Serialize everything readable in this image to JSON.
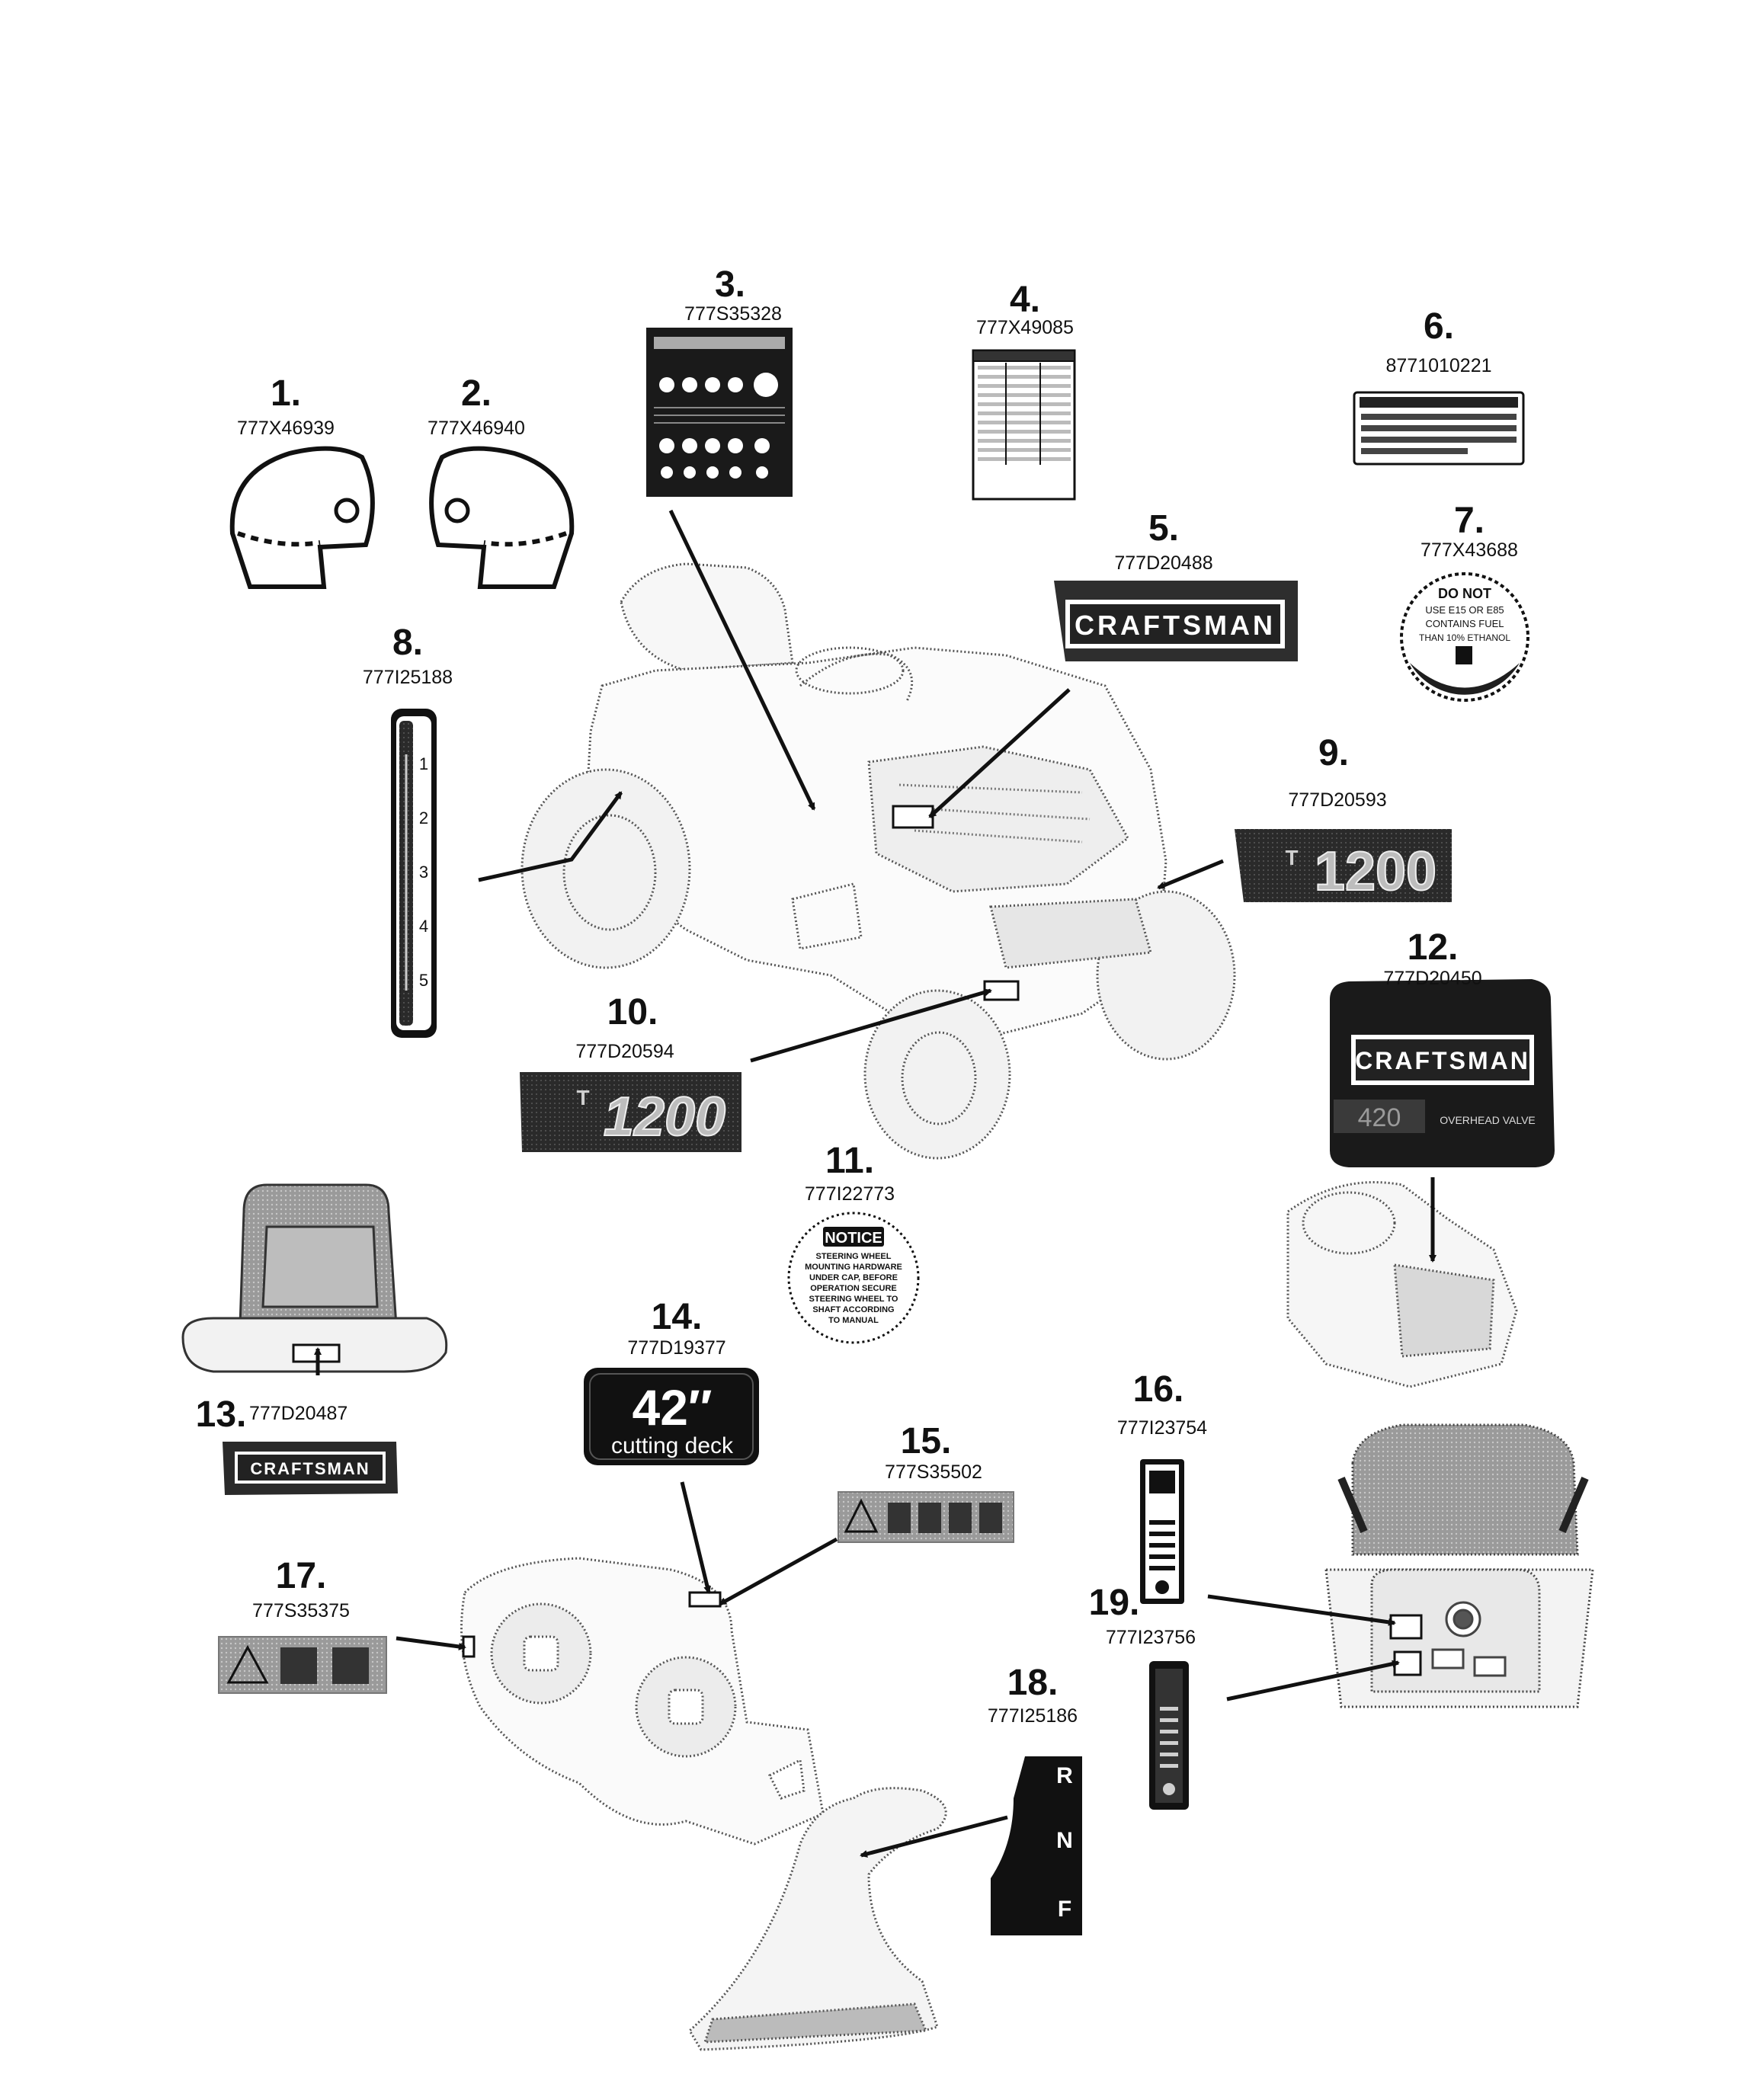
{
  "parts": [
    {
      "number": "1.",
      "part_no": "777X46939"
    },
    {
      "number": "2.",
      "part_no": "777X46940"
    },
    {
      "number": "3.",
      "part_no": "777S35328"
    },
    {
      "number": "4.",
      "part_no": "777X49085"
    },
    {
      "number": "5.",
      "part_no": "777D20488"
    },
    {
      "number": "6.",
      "part_no": "8771010221"
    },
    {
      "number": "7.",
      "part_no": "777X43688"
    },
    {
      "number": "8.",
      "part_no": "777I25188"
    },
    {
      "number": "9.",
      "part_no": "777D20593"
    },
    {
      "number": "10.",
      "part_no": "777D20594"
    },
    {
      "number": "11.",
      "part_no": "777I22773"
    },
    {
      "number": "12.",
      "part_no": "777D20450"
    },
    {
      "number": "13.",
      "part_no": "777D20487"
    },
    {
      "number": "14.",
      "part_no": "777D19377"
    },
    {
      "number": "15.",
      "part_no": "777S35502"
    },
    {
      "number": "16.",
      "part_no": "777I23754"
    },
    {
      "number": "17.",
      "part_no": "777S35375"
    },
    {
      "number": "18.",
      "part_no": "777I25186"
    },
    {
      "number": "19.",
      "part_no": "777I23756"
    }
  ],
  "decal_text": {
    "brand": "CRAFTSMAN",
    "model": "1200",
    "model_prefix": "T",
    "engine_size": "420",
    "engine_type": "OVERHEAD VALVE",
    "deck_size": "42″",
    "deck_caption": "cutting deck",
    "notice_title": "NOTICE",
    "notice_lines": [
      "STEERING WHEEL",
      "MOUNTING HARDWARE",
      "UNDER CAP, BEFORE",
      "OPERATION SECURE",
      "STEERING WHEEL TO",
      "SHAFT ACCORDING",
      "TO MANUAL"
    ],
    "fuel_lines": [
      "DO NOT",
      "USE E15 OR E85",
      "CONTAINS FUEL",
      "THAN 10% ETHANOL"
    ],
    "height_marks": [
      "1",
      "2",
      "3",
      "4",
      "5"
    ],
    "shift_marks": [
      "R",
      "N",
      "F"
    ]
  }
}
